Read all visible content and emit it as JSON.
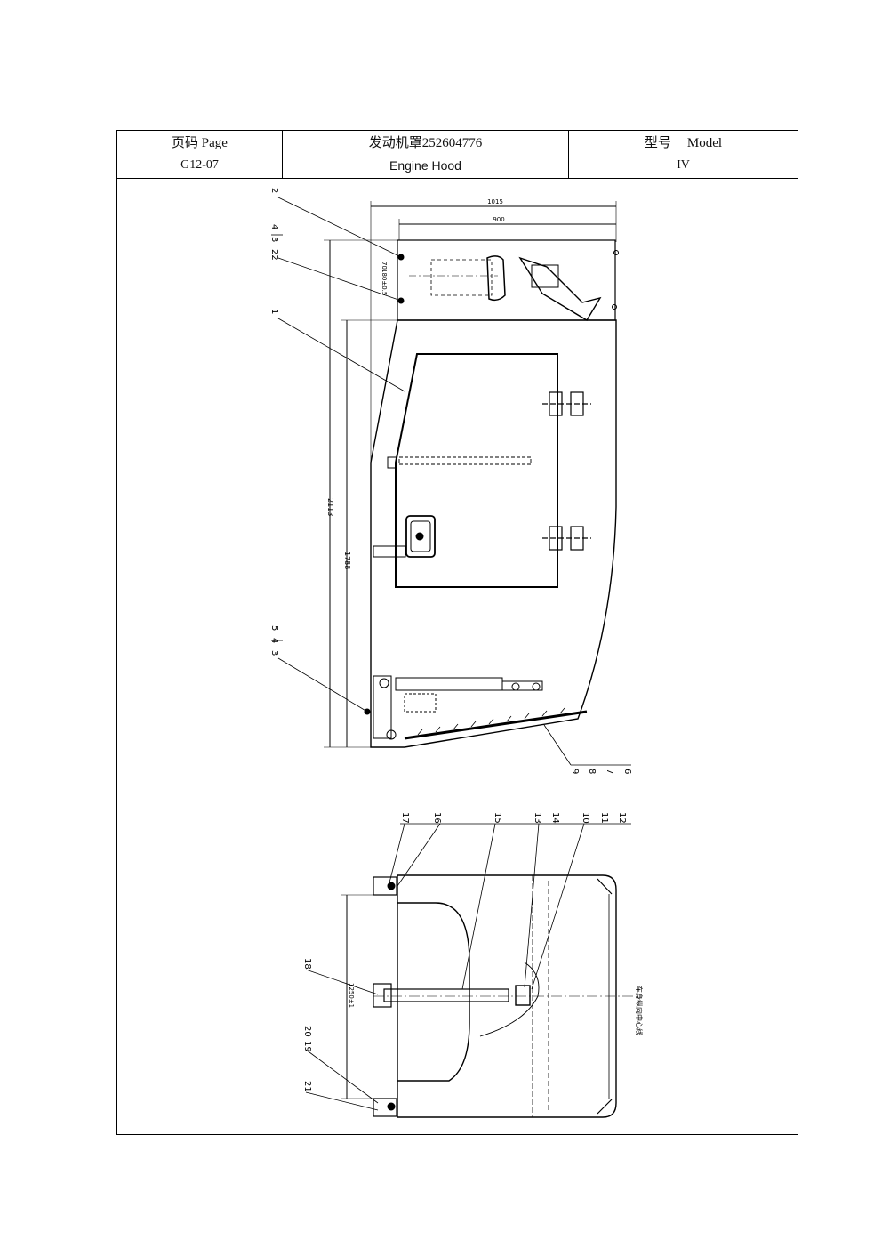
{
  "header": {
    "page_label": "页码 Page",
    "page_number": "G12-07",
    "part_title_cn": "发动机罩",
    "part_number": "252604776",
    "part_title_en": "Engine Hood",
    "model_cn": "型号",
    "model_en": "Model",
    "model_value": "IV"
  },
  "drawing": {
    "top_view": {
      "dims": {
        "overall_width": "1015",
        "inner_width": "900",
        "total_height": "2113",
        "main_height": "1788",
        "small_a": "70",
        "small_b": "180±0.5"
      },
      "callouts_left": [
        "2",
        "4",
        "3",
        "22",
        "1",
        "5",
        "4",
        "3"
      ],
      "callouts_bottom": [
        "9",
        "8",
        "7",
        "6"
      ]
    },
    "front_view": {
      "dims": {
        "width": "1250±1"
      },
      "callouts_top": [
        "17",
        "16",
        "15",
        "13",
        "14",
        "10",
        "11",
        "12"
      ],
      "callouts_left": [
        "18",
        "20",
        "19",
        "21"
      ],
      "note": "车身纵向中心线"
    }
  }
}
